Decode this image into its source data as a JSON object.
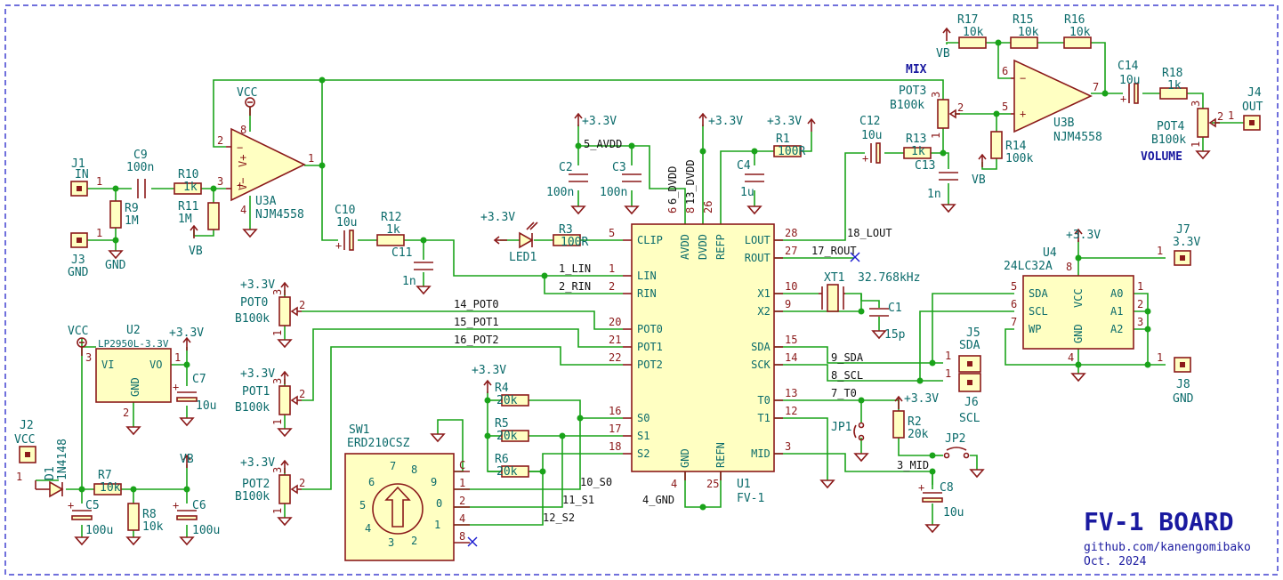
{
  "title": {
    "main": "FV-1 BOARD",
    "repo": "github.com/kanengomibako",
    "date": "Oct. 2024"
  },
  "blocks": {
    "mix": "MIX",
    "volume": "VOLUME"
  },
  "power": {
    "vcc": "VCC",
    "v33": "+3.3V",
    "vb": "VB",
    "gnd": "GND"
  },
  "u1": {
    "ref": "U1",
    "value": "FV-1",
    "left": [
      "CLIP",
      "LIN",
      "RIN",
      "POT0",
      "POT1",
      "POT2",
      "S0",
      "S1",
      "S2"
    ],
    "left_nums": [
      "5",
      "1",
      "2",
      "20",
      "21",
      "22",
      "16",
      "17",
      "18"
    ],
    "right": [
      "LOUT",
      "ROUT",
      "X1",
      "X2",
      "SDA",
      "SCK",
      "T0",
      "T1",
      "MID"
    ],
    "right_nums": [
      "28",
      "27",
      "10",
      "9",
      "15",
      "14",
      "13",
      "12",
      "3"
    ],
    "top": [
      "AVDD",
      "DVDD",
      "REFP"
    ],
    "top_nums": [
      "6",
      "8",
      "26"
    ],
    "bottom": [
      "GND",
      "REFN"
    ],
    "bottom_nums": [
      "4",
      "25"
    ]
  },
  "u2": {
    "ref": "U2",
    "value": "LP2950L-3.3V",
    "vi": "VI",
    "vo": "VO",
    "gnd": "GND",
    "pins": [
      "3",
      "1",
      "2"
    ]
  },
  "u3a": {
    "ref": "U3A",
    "value": "NJM4558",
    "pins": [
      "2",
      "3",
      "1",
      "8",
      "4"
    ]
  },
  "u3b": {
    "ref": "U3B",
    "value": "NJM4558",
    "pins": [
      "6",
      "5",
      "7"
    ]
  },
  "u4": {
    "ref": "U4",
    "value": "24LC32A",
    "left": [
      "SDA",
      "SCL",
      "WP"
    ],
    "left_nums": [
      "5",
      "6",
      "7"
    ],
    "right": [
      "A0",
      "A1",
      "A2"
    ],
    "right_nums": [
      "1",
      "2",
      "3"
    ],
    "vcc": "VCC",
    "gnd": "GND",
    "vcc_num": "8",
    "gnd_num": "4"
  },
  "sw1": {
    "ref": "SW1",
    "value": "ERD210CSZ",
    "pins": [
      "C",
      "1",
      "2",
      "4",
      "8"
    ],
    "digits": [
      "7",
      "8",
      "9",
      "6",
      "0",
      "5",
      "1",
      "4",
      "2",
      "3"
    ]
  },
  "xt1": {
    "ref": "XT1",
    "value": "32.768kHz"
  },
  "led1": {
    "ref": "LED1"
  },
  "d1": {
    "ref": "D1",
    "value": "1N4148"
  },
  "jp": {
    "jp1": "JP1",
    "jp2": "JP2"
  },
  "connectors": [
    {
      "ref": "J1",
      "value": "IN",
      "pin": "1"
    },
    {
      "ref": "J3",
      "value": "GND",
      "pin": "1"
    },
    {
      "ref": "J2",
      "value": "VCC",
      "pin": "1"
    },
    {
      "ref": "J4",
      "value": "OUT",
      "pin": "1"
    },
    {
      "ref": "J7",
      "value": "3.3V",
      "pin": "1"
    },
    {
      "ref": "J8",
      "value": "GND",
      "pin": "1"
    },
    {
      "ref": "J5",
      "value": "SDA",
      "pin": "1"
    },
    {
      "ref": "J6",
      "value": "SCL",
      "pin": "1"
    }
  ],
  "resistors": [
    {
      "ref": "R1",
      "value": "100R"
    },
    {
      "ref": "R2",
      "value": "20k"
    },
    {
      "ref": "R3",
      "value": "100R"
    },
    {
      "ref": "R4",
      "value": "20k"
    },
    {
      "ref": "R5",
      "value": "20k"
    },
    {
      "ref": "R6",
      "value": "20k"
    },
    {
      "ref": "R7",
      "value": "10k"
    },
    {
      "ref": "R8",
      "value": "10k"
    },
    {
      "ref": "R9",
      "value": "1M"
    },
    {
      "ref": "R10",
      "value": "1k"
    },
    {
      "ref": "R11",
      "value": "1M"
    },
    {
      "ref": "R12",
      "value": "1k"
    },
    {
      "ref": "R13",
      "value": "1k"
    },
    {
      "ref": "R14",
      "value": "100k"
    },
    {
      "ref": "R15",
      "value": "10k"
    },
    {
      "ref": "R16",
      "value": "10k"
    },
    {
      "ref": "R17",
      "value": "10k"
    },
    {
      "ref": "R18",
      "value": "1k"
    }
  ],
  "capacitors": [
    {
      "ref": "C1",
      "value": "15p"
    },
    {
      "ref": "C2",
      "value": "100n"
    },
    {
      "ref": "C3",
      "value": "100n"
    },
    {
      "ref": "C4",
      "value": "1u"
    },
    {
      "ref": "C5",
      "value": "100u"
    },
    {
      "ref": "C6",
      "value": "100u"
    },
    {
      "ref": "C7",
      "value": "10u"
    },
    {
      "ref": "C8",
      "value": "10u"
    },
    {
      "ref": "C9",
      "value": "100n"
    },
    {
      "ref": "C10",
      "value": "10u"
    },
    {
      "ref": "C11",
      "value": "1n"
    },
    {
      "ref": "C12",
      "value": "10u"
    },
    {
      "ref": "C13",
      "value": "1n"
    },
    {
      "ref": "C14",
      "value": "10u"
    }
  ],
  "pots": [
    {
      "ref": "POT0",
      "value": "B100k"
    },
    {
      "ref": "POT1",
      "value": "B100k"
    },
    {
      "ref": "POT2",
      "value": "B100k"
    },
    {
      "ref": "POT3",
      "value": "B100k"
    },
    {
      "ref": "POT4",
      "value": "B100k"
    }
  ],
  "pot_pins": [
    "1",
    "2",
    "3"
  ],
  "nets": [
    "5_AVDD",
    "6_DVDD",
    "13_DVDD",
    "1_LIN",
    "2_RIN",
    "14_POT0",
    "15_POT1",
    "16_POT2",
    "18_LOUT",
    "17_ROUT",
    "9_SDA",
    "8_SCL",
    "7_T0",
    "3_MID",
    "4_GND",
    "10_S0",
    "11_S1",
    "12_S2"
  ]
}
